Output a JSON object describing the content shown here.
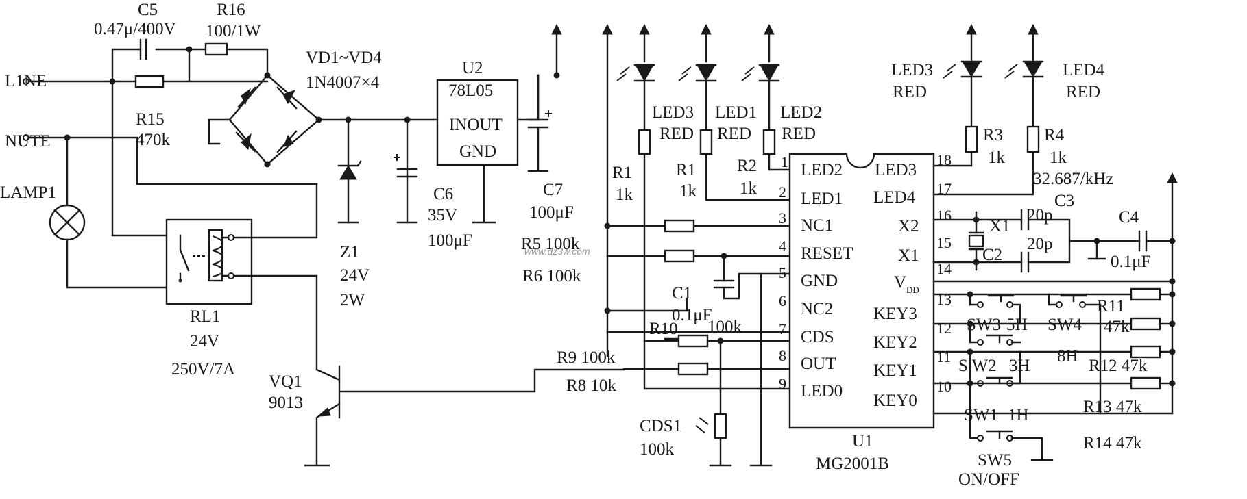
{
  "terminals": {
    "line": "L1NE",
    "nute": "NUTE"
  },
  "caps": {
    "c5_name": "C5",
    "c5_value": "0.47μ/400V",
    "c6_name": "C6",
    "c6_v": "35V",
    "c6_value": "100μF",
    "c7_name": "C7",
    "c7_value": "100μF",
    "c1_name": "C1",
    "c1_value": "0.1μF",
    "c2_name": "C2",
    "c2_value": "20p",
    "c3_name": "C3",
    "c3_value": "20p",
    "c4_name": "C4",
    "c4_value": "0.1μF"
  },
  "resistors": {
    "r16_name": "R16",
    "r16_value": "100/1W",
    "r15_name": "R15",
    "r15_value": "470k",
    "r1a_name": "R1",
    "r1a_value": "1k",
    "r1b_name": "R1",
    "r1b_value": "1k",
    "r2_name": "R2",
    "r2_value": "1k",
    "r3_name": "R3",
    "r3_value": "1k",
    "r4_name": "R4",
    "r4_value": "1k",
    "r5": "R5 100k",
    "r6": "R6  100k",
    "r9": "R9 100k",
    "r8": "R8  10k",
    "r10_name": "R10",
    "r10_value": "100k",
    "r11_name": "R11",
    "r11_value": "47k",
    "r12": "R12 47k",
    "r13": "R13  47k",
    "r14": "R14 47k"
  },
  "bridge": {
    "name": "VD1~VD4",
    "part": "1N4007×4"
  },
  "regulator": {
    "name": "U2",
    "part": "78L05",
    "pins_top": "INOUT",
    "pins_bottom": "GND"
  },
  "zener": {
    "name": "Z1",
    "v": "24V",
    "w": "2W"
  },
  "lamp": {
    "name": "LAMP1"
  },
  "relay": {
    "name": "RL1",
    "coil": "24V",
    "rating": "250V/7A"
  },
  "transistor": {
    "name": "VQ1",
    "part": "9013"
  },
  "leds_left": [
    {
      "name": "LED3",
      "color": "RED"
    },
    {
      "name": "LED1",
      "color": "RED"
    },
    {
      "name": "LED2",
      "color": "RED"
    }
  ],
  "leds_right": [
    {
      "name": "LED3",
      "color": "RED"
    },
    {
      "name": "LED4",
      "color": "RED"
    }
  ],
  "ldr": {
    "name": "CDS1",
    "value": "100k"
  },
  "ic": {
    "name": "U1",
    "part": "MG2001B",
    "left_pins": [
      {
        "num": "1",
        "label": "LED2"
      },
      {
        "num": "2",
        "label": "LED1"
      },
      {
        "num": "3",
        "label": "NC1"
      },
      {
        "num": "4",
        "label": "RESET"
      },
      {
        "num": "5",
        "label": "GND"
      },
      {
        "num": "6",
        "label": "NC2"
      },
      {
        "num": "7",
        "label": "CDS"
      },
      {
        "num": "8",
        "label": "OUT"
      },
      {
        "num": "9",
        "label": "LED0"
      }
    ],
    "right_pins": [
      {
        "num": "18",
        "label": "LED3"
      },
      {
        "num": "17",
        "label": "LED4"
      },
      {
        "num": "16",
        "label": "X2"
      },
      {
        "num": "15",
        "label": "X1"
      },
      {
        "num": "",
        "label": "V"
      },
      {
        "num": "13",
        "label": "KEY3"
      },
      {
        "num": "12",
        "label": "KEY2"
      },
      {
        "num": "11",
        "label": "KEY1"
      },
      {
        "num": "10",
        "label": "KEY0"
      }
    ],
    "pin14": "14",
    "vdd_sub": "DD"
  },
  "crystal": {
    "name": "X1",
    "name2": "X1",
    "freq": "32.687/kHz"
  },
  "switches": {
    "sw3": "SW3",
    "sw3_t": "5H",
    "sw4": "SW4",
    "sw4_t": "8H",
    "sw2": "S  W2",
    "sw2_t": "3H",
    "sw1": "SW1",
    "sw1_t": "1H",
    "sw5": "SW5",
    "sw5_t": "ON/OFF"
  },
  "watermark": "www.dz3w.com"
}
